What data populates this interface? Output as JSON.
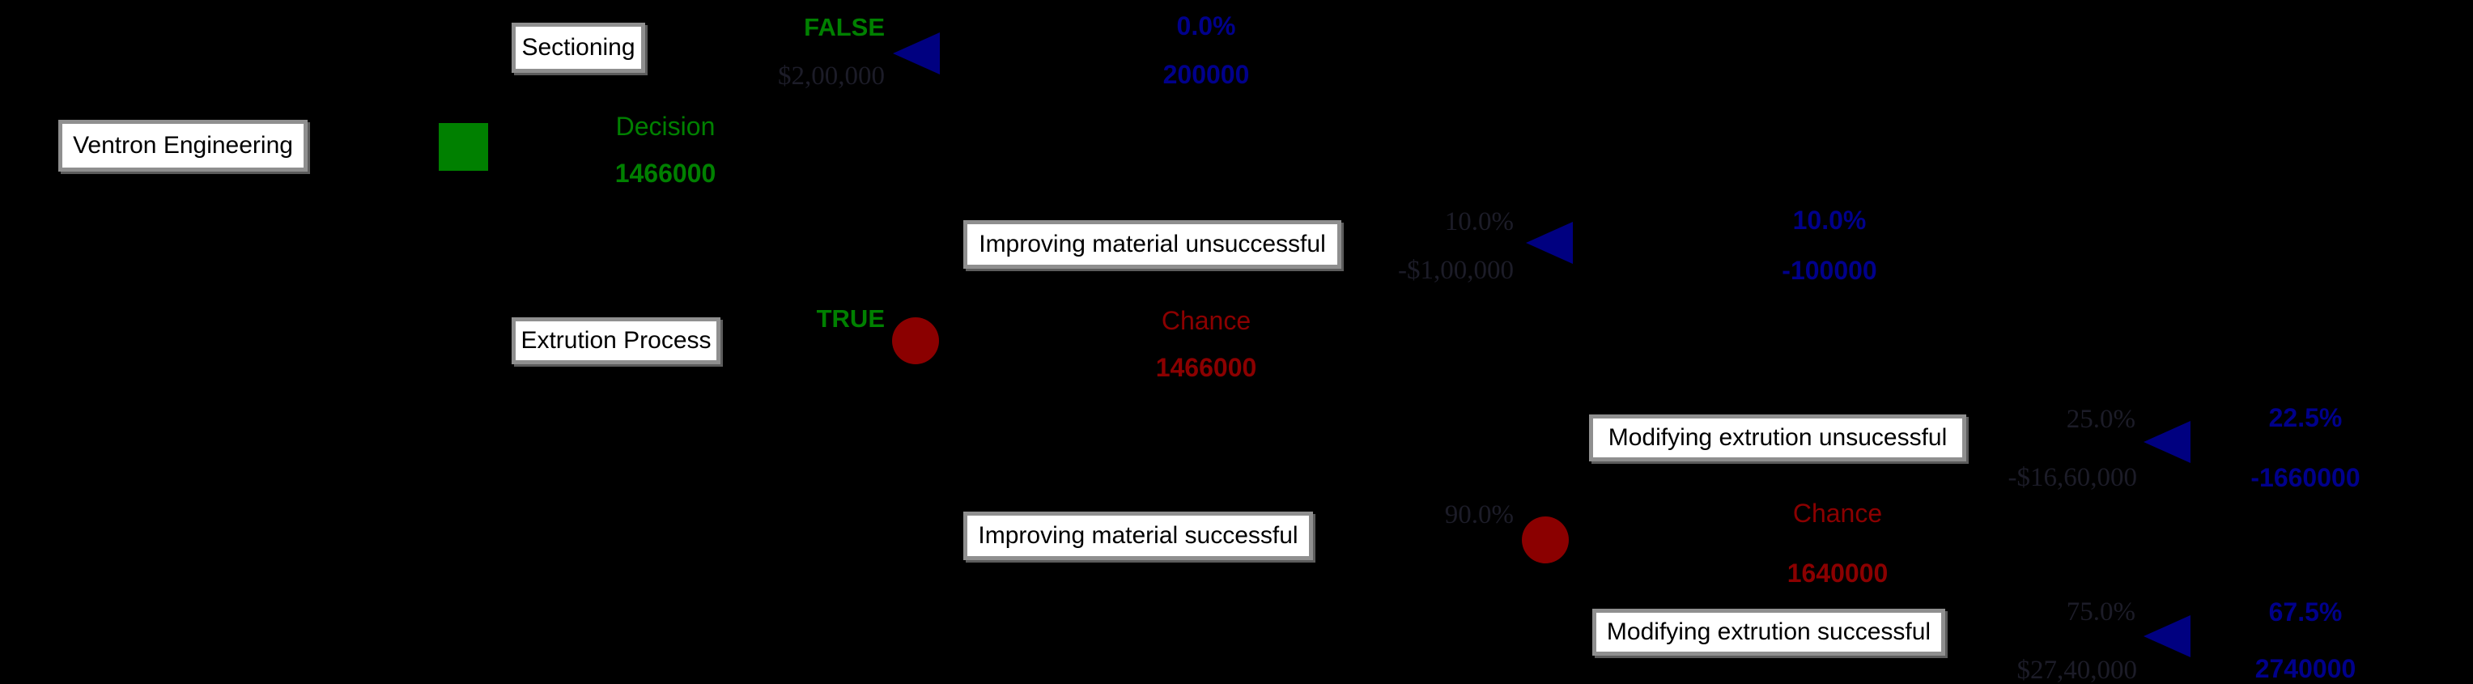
{
  "colors": {
    "background": "#000000",
    "decision_green": "#008000",
    "chance_red": "#8B0000",
    "rollback_blue": "#00008B",
    "end_node_navy": "#000080",
    "hidden_payoff_text": "#1c1c28"
  },
  "tree": {
    "root_label": "Ventron Engineering",
    "decision": {
      "type_label": "Decision",
      "ev": "1466000"
    },
    "sectioning": {
      "label": "Sectioning",
      "branch_choice": "FALSE",
      "payoff": "$2,00,000",
      "prob": "0.0%",
      "value": "200000"
    },
    "extrution": {
      "label": "Extrution Process",
      "branch_choice": "TRUE",
      "type_label": "Chance",
      "ev": "1466000"
    },
    "improving_unsuccessful": {
      "label": "Improving material unsuccessful",
      "branch_prob": "10.0%",
      "payoff": "-$1,00,000",
      "prob": "10.0%",
      "value": "-100000"
    },
    "improving_successful": {
      "label": "Improving material successful",
      "branch_prob": "90.0%",
      "type_label": "Chance",
      "ev": "1640000"
    },
    "modifying_unsuccessful": {
      "label": "Modifying extrution unsucessful",
      "branch_prob": "25.0%",
      "payoff": "-$16,60,000",
      "prob": "22.5%",
      "value": "-1660000"
    },
    "modifying_successful": {
      "label": "Modifying extrution successful",
      "branch_prob": "75.0%",
      "payoff": "$27,40,000",
      "prob": "67.5%",
      "value": "2740000"
    }
  }
}
